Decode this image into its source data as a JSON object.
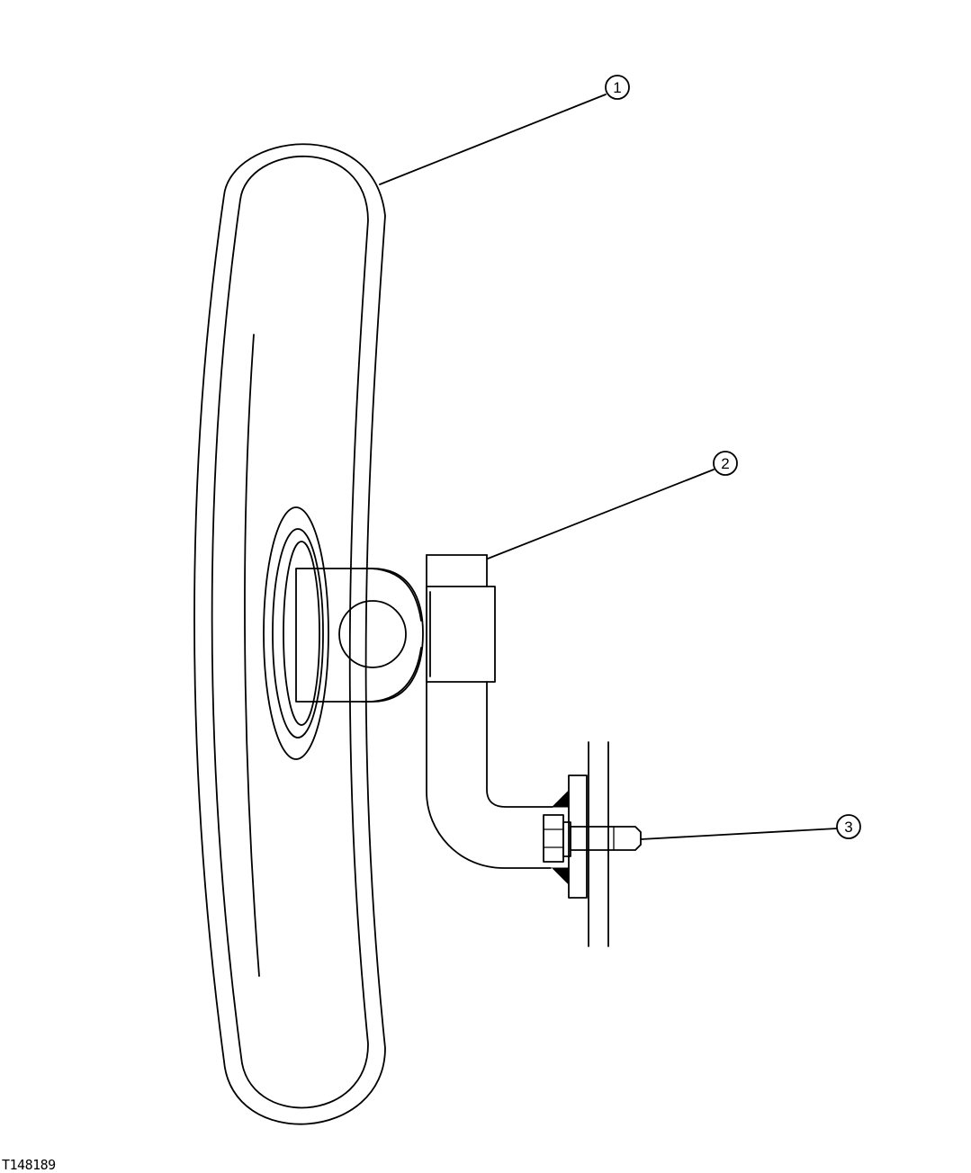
{
  "figure_id": "T148189",
  "callouts": [
    {
      "number": "1",
      "part": "mirror-head"
    },
    {
      "number": "2",
      "part": "mirror-bracket"
    },
    {
      "number": "3",
      "part": "cap-screw"
    }
  ],
  "colors": {
    "line": "#000000",
    "background": "#ffffff"
  }
}
